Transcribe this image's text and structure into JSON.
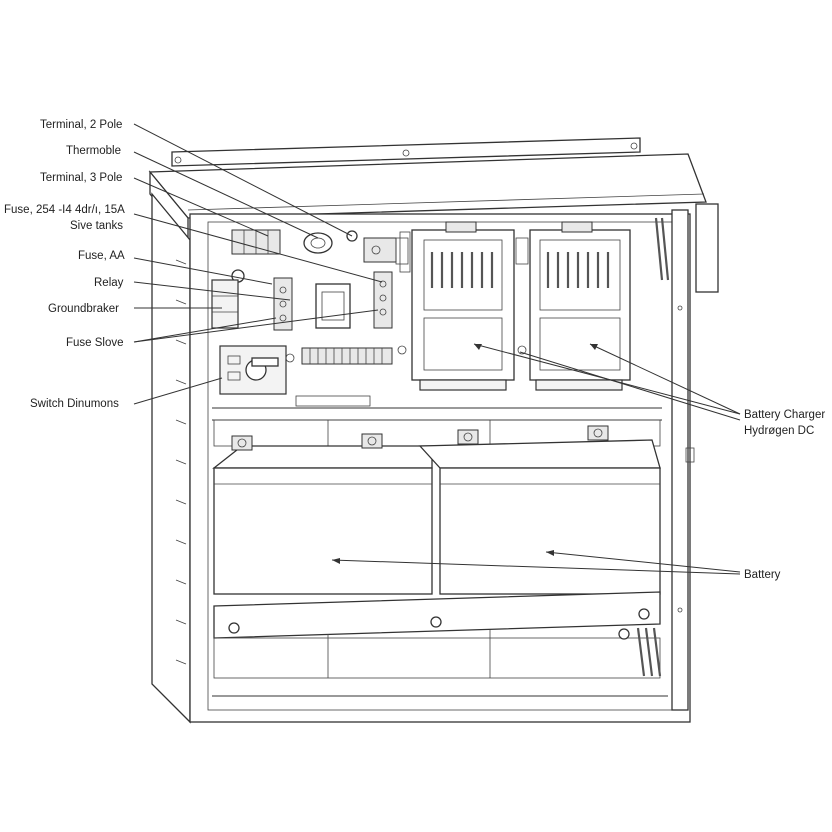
{
  "labels": {
    "terminal_2_pole": "Terminal, 2 Pole",
    "thermoble": "Thermoble",
    "terminal_3_pole": "Terminal, 3 Pole",
    "fuse_line1": "Fuse, 254 -I4 4dr/ı, 15A",
    "fuse_line2": "Sive tanks",
    "fuse_aa": "Fuse, AA",
    "relay": "Relay",
    "groundbraker": "Groundbraker",
    "fuse_slove": "Fuse Slove",
    "switch_dinumons": "Switch Dinumons",
    "battery_charger_line1": "Battery Charger",
    "battery_charger_line2": "Hydrøgen DC",
    "battery": "Battery"
  },
  "colors": {
    "line": "#333333",
    "background": "#ffffff",
    "panel_fill": "#f3f3f3"
  }
}
